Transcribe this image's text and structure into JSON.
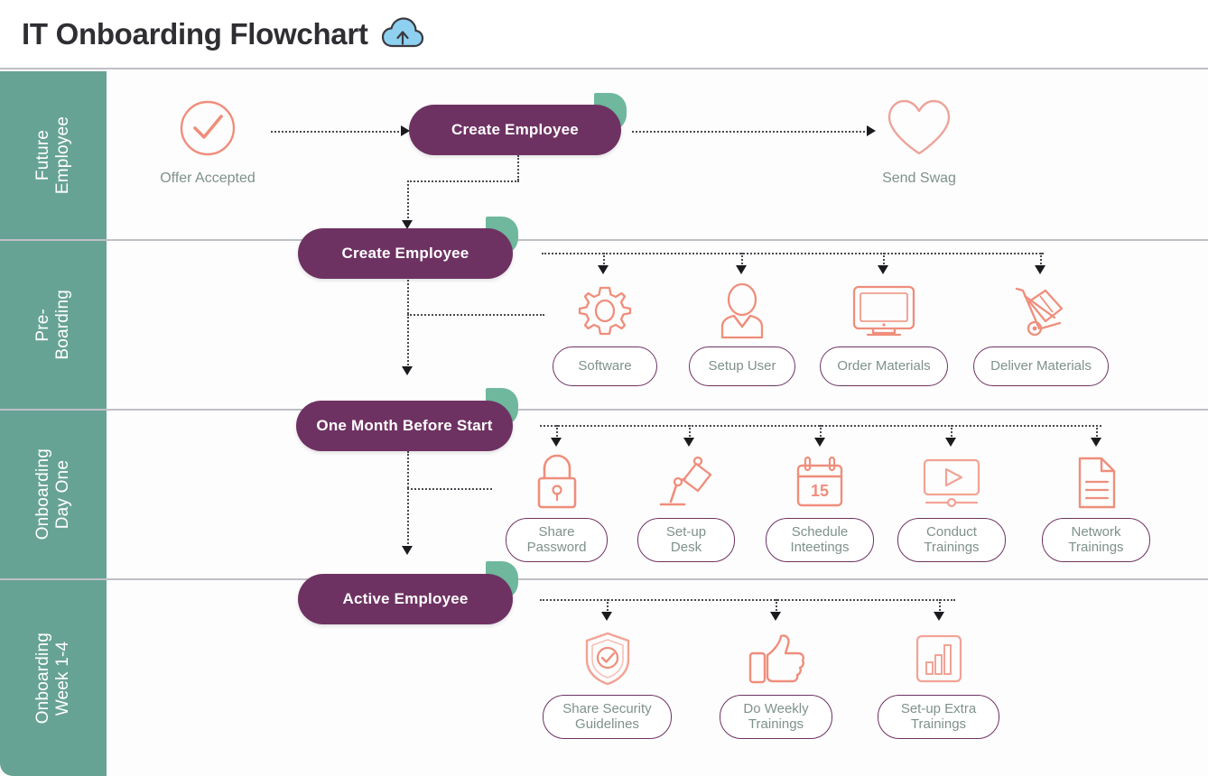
{
  "header": {
    "title": "IT Onboarding Flowchart",
    "cloud_icon": "cloud-upload-icon",
    "cloud_color": "#7fc5e8"
  },
  "colors": {
    "lane": "#67a394",
    "stage_pill": "#6e3262",
    "leaf": "#6fb89e",
    "node_border": "#6e3262",
    "node_text": "#7f918c",
    "icon_stroke": "#ef8e7c",
    "divider": "#bfbfc6",
    "connector": "#4a4a50"
  },
  "lanes": [
    {
      "label": "Future\nEmployee"
    },
    {
      "label": "Pre-\nBoarding"
    },
    {
      "label": "Onboarding\nDay One"
    },
    {
      "label": "Onboarding\nWeek 1-4"
    }
  ],
  "rows": [
    {
      "lane": "Future Employee",
      "stage": {
        "label": "Create Employee"
      },
      "plain_nodes": [
        {
          "label": "Offer Accepted",
          "icon": "check-circle-icon"
        },
        {
          "label": "Send Swag",
          "icon": "heart-icon"
        }
      ],
      "nodes": []
    },
    {
      "lane": "Pre-Boarding",
      "stage": {
        "label": "Create Employee"
      },
      "plain_nodes": [],
      "nodes": [
        {
          "label": "Software",
          "icon": "gear-icon"
        },
        {
          "label": "Setup User",
          "icon": "user-icon"
        },
        {
          "label": "Order Materials",
          "icon": "monitor-icon"
        },
        {
          "label": "Deliver Materials",
          "icon": "hand-truck-icon"
        }
      ]
    },
    {
      "lane": "Onboarding Day One",
      "stage": {
        "label": "One Month Before Start"
      },
      "plain_nodes": [],
      "nodes": [
        {
          "label": "Share\nPassword",
          "icon": "lock-icon"
        },
        {
          "label": "Set-up\nDesk",
          "icon": "desk-lamp-icon"
        },
        {
          "label": "Schedule\nInteetings",
          "icon": "calendar-icon",
          "icon_text": "15"
        },
        {
          "label": "Conduct\nTrainings",
          "icon": "video-player-icon"
        },
        {
          "label": "Network\nTrainings",
          "icon": "document-icon"
        }
      ]
    },
    {
      "lane": "Onboarding Week 1-4",
      "stage": {
        "label": "Active Employee"
      },
      "plain_nodes": [],
      "nodes": [
        {
          "label": "Share Security\nGuidelines",
          "icon": "shield-check-icon"
        },
        {
          "label": "Do Weekly\nTrainings",
          "icon": "thumbs-up-icon"
        },
        {
          "label": "Set-up Extra\nTrainings",
          "icon": "bar-chart-icon"
        }
      ]
    }
  ]
}
